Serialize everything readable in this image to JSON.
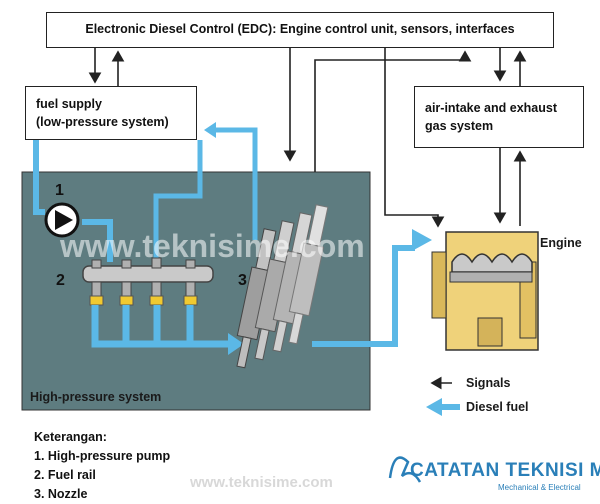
{
  "edc_box": {
    "label": "Electronic Diesel Control (EDC): Engine control unit, sensors, interfaces"
  },
  "fuel_supply_box": {
    "line1": "fuel supply",
    "line2": "(low-pressure system)"
  },
  "air_box": {
    "line1": "air-intake and exhaust",
    "line2": "gas system"
  },
  "engine_label": "Engine",
  "high_pressure_label": "High-pressure system",
  "numbers": {
    "n1": "1",
    "n2": "2",
    "n3": "3"
  },
  "legend": {
    "signals": "Signals",
    "diesel_fuel": "Diesel fuel"
  },
  "keterangan": {
    "title": "Keterangan:",
    "items": [
      "1. High-pressure pump",
      "2. Fuel rail",
      "3. Nozzle"
    ]
  },
  "watermark": {
    "url": "www.teknisime.com",
    "overlay": "www.teknisime.com",
    "brand": "CATATAN TEKNISI ME",
    "brand_sub": "Mechanical & Electrical"
  },
  "colors": {
    "panel": "#5e7c80",
    "fuel_arrow": "#5bb8e6",
    "engine": "#efd27a",
    "signal": "#222222"
  }
}
